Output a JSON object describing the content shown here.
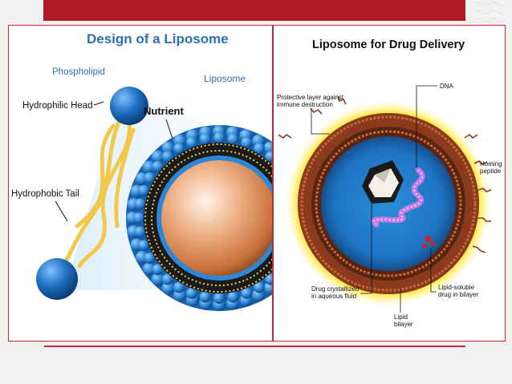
{
  "left_panel": {
    "title": "Design of a Liposome",
    "phospholipid_label": "Phospholipid",
    "hydrophilic_head_label": "Hydrophilic Head",
    "hydrophobic_tail_label": "Hydrophobic Tail",
    "nutrient_label": "Nutrient",
    "liposome_label": "Liposome"
  },
  "right_panel": {
    "title": "Liposome for Drug Delivery",
    "protective_layer_label_line1": "Protective layer against",
    "protective_layer_label_line2": "immune destruction",
    "dna_label": "DNA",
    "homing_peptide_line1": "Homing",
    "homing_peptide_line2": "peptide",
    "drug_crystal_line1": "Drug crystallized",
    "drug_crystal_line2": "in aqueous fluid",
    "lipid_soluble_line1": "Lipid-soluble",
    "lipid_soluble_line2": "drug in bilayer",
    "lipid_bilayer_line1": "Lipid",
    "lipid_bilayer_line2": "bilayer"
  },
  "colors": {
    "accent_red": "#b01c24",
    "title_blue": "#2f6fb3",
    "head_blue": "#1f6fc0",
    "tail_yellow": "#f2c84b",
    "core_orange": "#d98a52"
  }
}
